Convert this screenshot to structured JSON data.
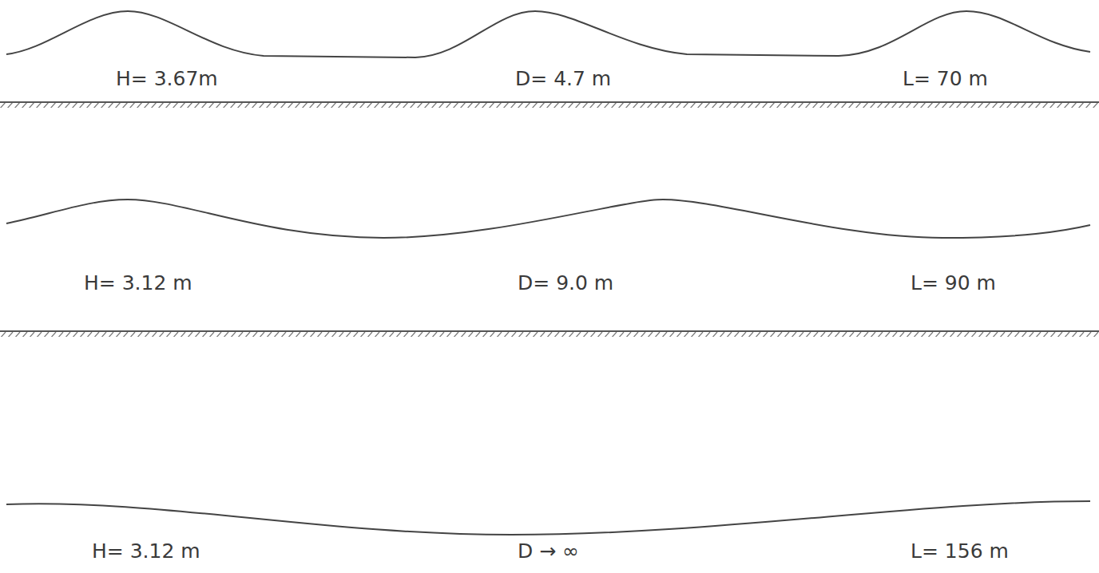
{
  "diagram": {
    "labels": [
      "H= 3.67m",
      "D= 4.7 m",
      "L= 70 m",
      "H= 3.12 m",
      "D= 9.0 m",
      "L= 90 m",
      "H= 3.12 m",
      "D → ∞",
      "L= 156 m"
    ]
  }
}
